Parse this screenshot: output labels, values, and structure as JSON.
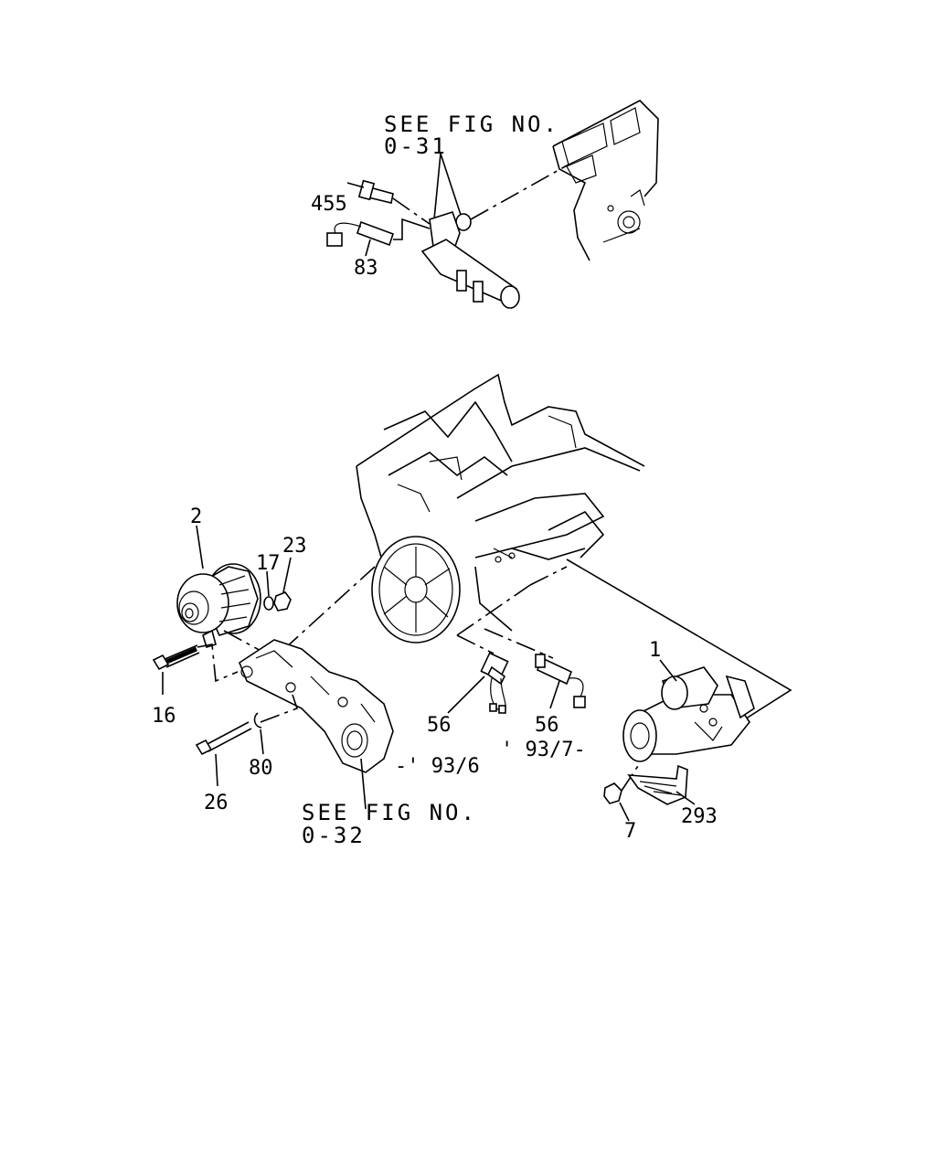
{
  "references": {
    "top": {
      "line1": "SEE FIG NO.",
      "line2": "0-31"
    },
    "bottom": {
      "line1": "SEE FIG NO.",
      "line2": "0-32"
    }
  },
  "callouts": {
    "c455": "455",
    "c83": "83",
    "c2": "2",
    "c17": "17",
    "c23": "23",
    "c16": "16",
    "c26": "26",
    "c80": "80",
    "c56a": "56",
    "c56b": "56",
    "range_a": "-' 93/6",
    "range_b": "' 93/7-",
    "c1": "1",
    "c7": "7",
    "c293": "293"
  }
}
